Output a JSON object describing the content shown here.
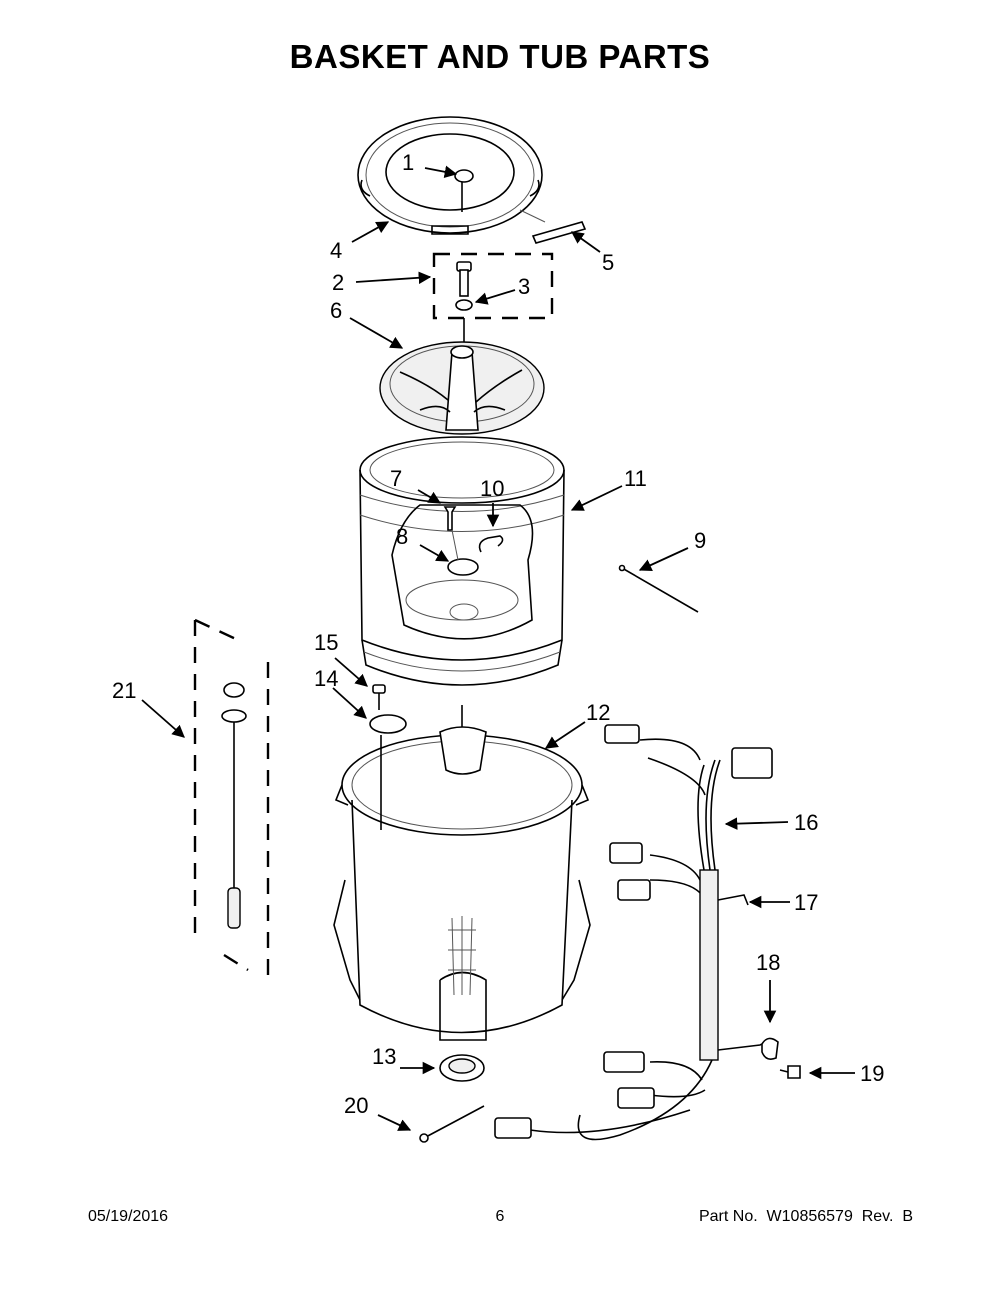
{
  "title": "BASKET AND TUB PARTS",
  "callouts": [
    "1",
    "2",
    "3",
    "4",
    "5",
    "6",
    "7",
    "8",
    "9",
    "10",
    "11",
    "12",
    "13",
    "14",
    "15",
    "16",
    "17",
    "18",
    "19",
    "20",
    "21"
  ],
  "footer": {
    "date": "05/19/2016",
    "page": "6",
    "part": "Part No.  W10856579  Rev.  B"
  }
}
